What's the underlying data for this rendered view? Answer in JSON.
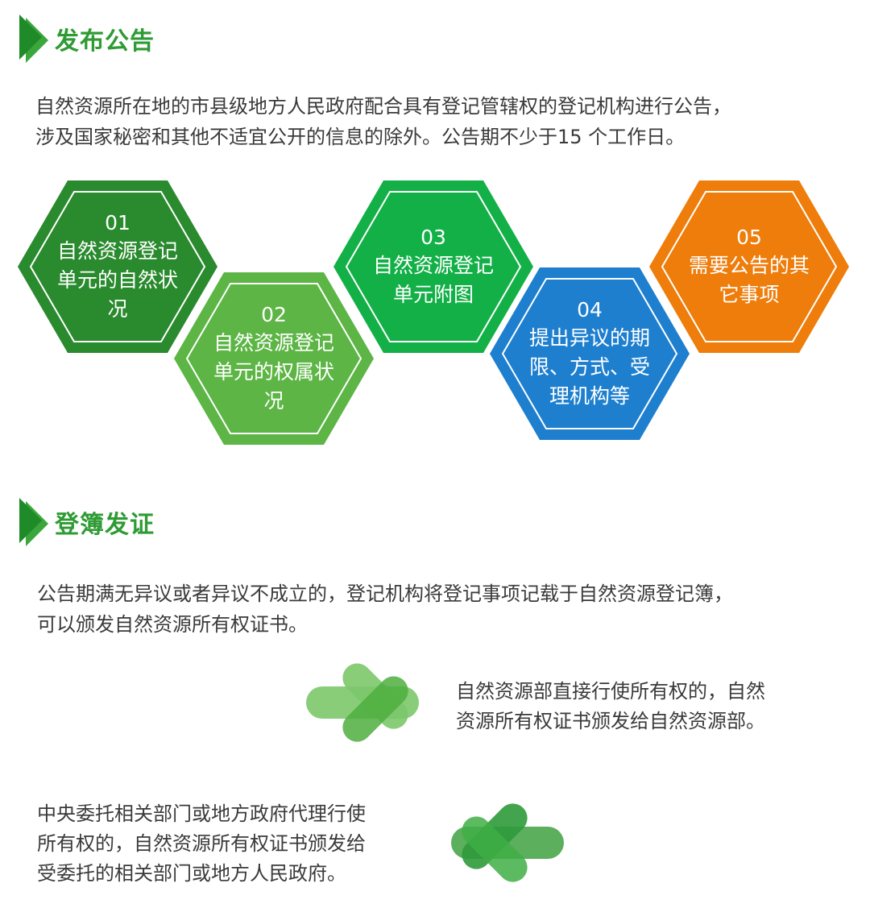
{
  "section1": {
    "title": "发布公告",
    "paragraph_line1": "自然资源所在地的市县级地方人民政府配合具有登记管辖权的登记机构进行公告，",
    "paragraph_line2": "涉及国家秘密和其他不适宜公开的信息的除外。公告期不少于15 个工作日。"
  },
  "hexagons": [
    {
      "num": "01",
      "label": "自然资源登记单元的自然状况",
      "color": "#2a8a2e"
    },
    {
      "num": "02",
      "label": "自然资源登记单元的权属状况",
      "color": "#5cb544"
    },
    {
      "num": "03",
      "label": "自然资源登记单元附图",
      "color": "#13b047"
    },
    {
      "num": "04",
      "label": "提出异议的期限、方式、受理机构等",
      "color": "#1e7fcf"
    },
    {
      "num": "05",
      "label": "需要公告的其它事项",
      "color": "#ee7d0b"
    }
  ],
  "section2": {
    "title": "登簿发证",
    "paragraph_line1": "公告期满无异议或者异议不成立的，登记机构将登记事项记载于自然资源登记簿，",
    "paragraph_line2": "可以颁发自然资源所有权证书。"
  },
  "arrows": [
    {
      "line1": "自然资源部直接行使所有权的，自然",
      "line2": "资源所有权证书颁发给自然资源部。"
    },
    {
      "line1": "中央委托相关部门或地方政府代理行使",
      "line2": "所有权的，自然资源所有权证书颁发给",
      "line3": "受委托的相关部门或地方人民政府。"
    }
  ],
  "colors": {
    "heading_green": "#2e9b34",
    "arrow_light": "#6cc05a",
    "arrow_dark": "#2f9a3b"
  }
}
